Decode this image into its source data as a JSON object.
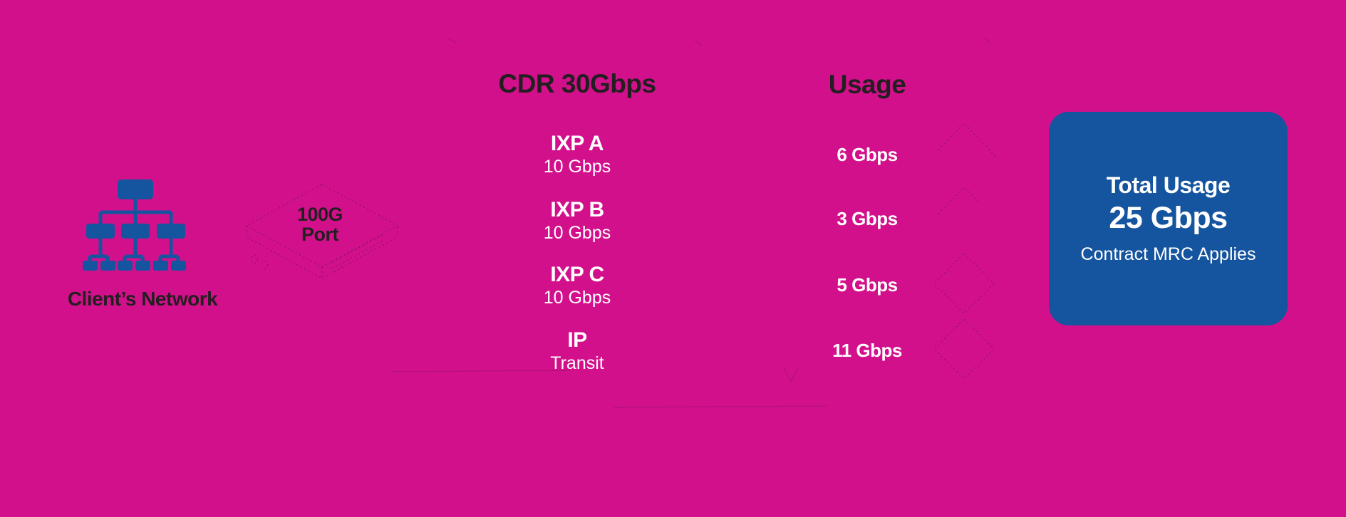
{
  "colors": {
    "background": "#d3108c",
    "panel_blue": "#15549e",
    "text_dark": "#231f20",
    "text_light": "#ffffff",
    "icon_blue": "#15549e"
  },
  "client": {
    "label": "Client’s Network"
  },
  "port": {
    "line1": "100G",
    "line2": "Port"
  },
  "cdr": {
    "title": "CDR 30Gbps",
    "items": [
      {
        "name": "IXP A",
        "capacity": "10 Gbps"
      },
      {
        "name": "IXP B",
        "capacity": "10 Gbps"
      },
      {
        "name": "IXP C",
        "capacity": "10 Gbps"
      },
      {
        "name": "IP",
        "capacity": "Transit"
      }
    ]
  },
  "usage": {
    "title": "Usage",
    "values": [
      "6 Gbps",
      "3 Gbps",
      "5 Gbps",
      "11 Gbps"
    ]
  },
  "total": {
    "title": "Total Usage",
    "value": "25 Gbps",
    "note": "Contract MRC Applies"
  }
}
